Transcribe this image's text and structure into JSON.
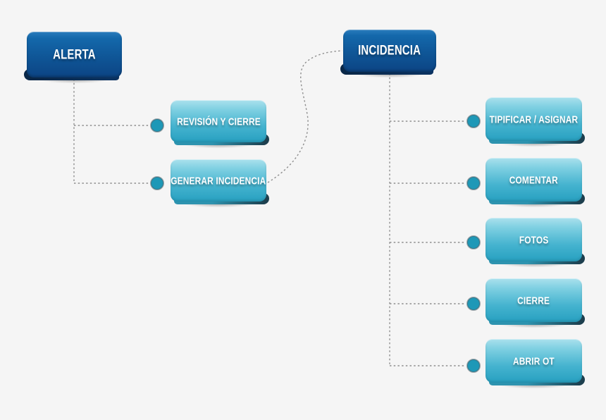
{
  "canvas": {
    "background": "#f5f5f5"
  },
  "colors": {
    "primary_gradient_top": "#2a7cbc",
    "primary_gradient_bottom": "#0c4484",
    "primary_fold": "#092748",
    "secondary_gradient_top": "#abe1ed",
    "secondary_gradient_bottom": "#27a0c0",
    "secondary_fold": "#1d3f4e",
    "connector_line": "#8f8f8f",
    "connector_dot": "#1e98b7",
    "label_text": "#ffffff"
  },
  "nodes": {
    "alerta": {
      "label": "ALERTA",
      "type": "primary"
    },
    "incidencia": {
      "label": "INCIDENCIA",
      "type": "primary"
    },
    "revision": {
      "label": "REVISIÓN Y CIERRE",
      "type": "secondary"
    },
    "generar": {
      "label": "GENERAR INCIDENCIA",
      "type": "secondary"
    },
    "tipificar": {
      "label": "TIPIFICAR / ASIGNAR",
      "type": "secondary"
    },
    "comentar": {
      "label": "COMENTAR",
      "type": "secondary"
    },
    "fotos": {
      "label": "FOTOS",
      "type": "secondary"
    },
    "cierre": {
      "label": "CIERRE",
      "type": "secondary"
    },
    "abrir_ot": {
      "label": "ABRIR OT",
      "type": "secondary"
    }
  },
  "edges": [
    {
      "from": "alerta",
      "to": "revision",
      "style": "dotted-elbow"
    },
    {
      "from": "alerta",
      "to": "generar",
      "style": "dotted-elbow"
    },
    {
      "from": "generar",
      "to": "incidencia",
      "style": "dashed-curve"
    },
    {
      "from": "incidencia",
      "to": "tipificar",
      "style": "dotted-elbow"
    },
    {
      "from": "incidencia",
      "to": "comentar",
      "style": "dotted-elbow"
    },
    {
      "from": "incidencia",
      "to": "fotos",
      "style": "dotted-elbow"
    },
    {
      "from": "incidencia",
      "to": "cierre",
      "style": "dotted-elbow"
    },
    {
      "from": "incidencia",
      "to": "abrir_ot",
      "style": "dotted-elbow"
    }
  ]
}
